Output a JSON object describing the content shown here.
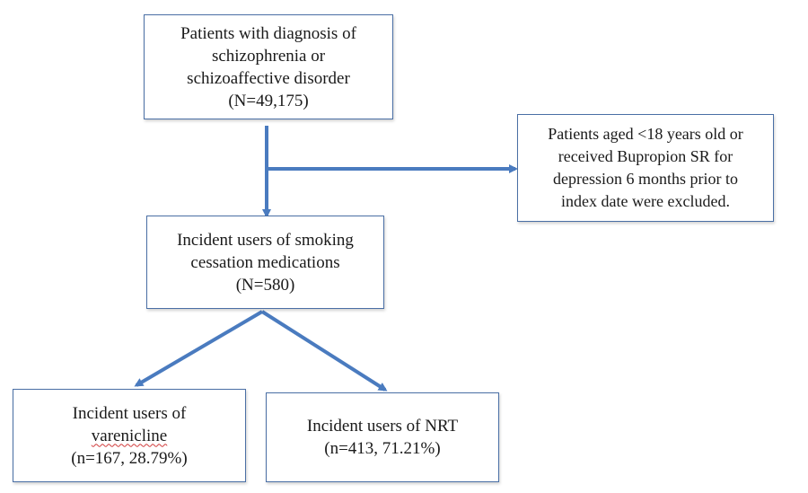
{
  "colors": {
    "arrow": "#4a7bbf",
    "border": "#4a6fa5"
  },
  "boxes": {
    "top": {
      "line1": "Patients with diagnosis of",
      "line2": "schizophrenia or",
      "line3": "schizoaffective disorder",
      "line4": "(N=49,175)"
    },
    "exclusion": {
      "line1": "Patients aged <18 years old or",
      "line2": "received Bupropion SR for",
      "line3": "depression 6 months prior to",
      "line4": "index date were excluded."
    },
    "middle": {
      "line1": "Incident users of smoking",
      "line2": "cessation medications",
      "line3": "(N=580)"
    },
    "left": {
      "line1": "Incident users of",
      "line2": "varenicline",
      "line3": "(n=167, 28.79%)"
    },
    "right": {
      "line1": "Incident users of NRT",
      "line2": "(n=413, 71.21%)"
    }
  }
}
